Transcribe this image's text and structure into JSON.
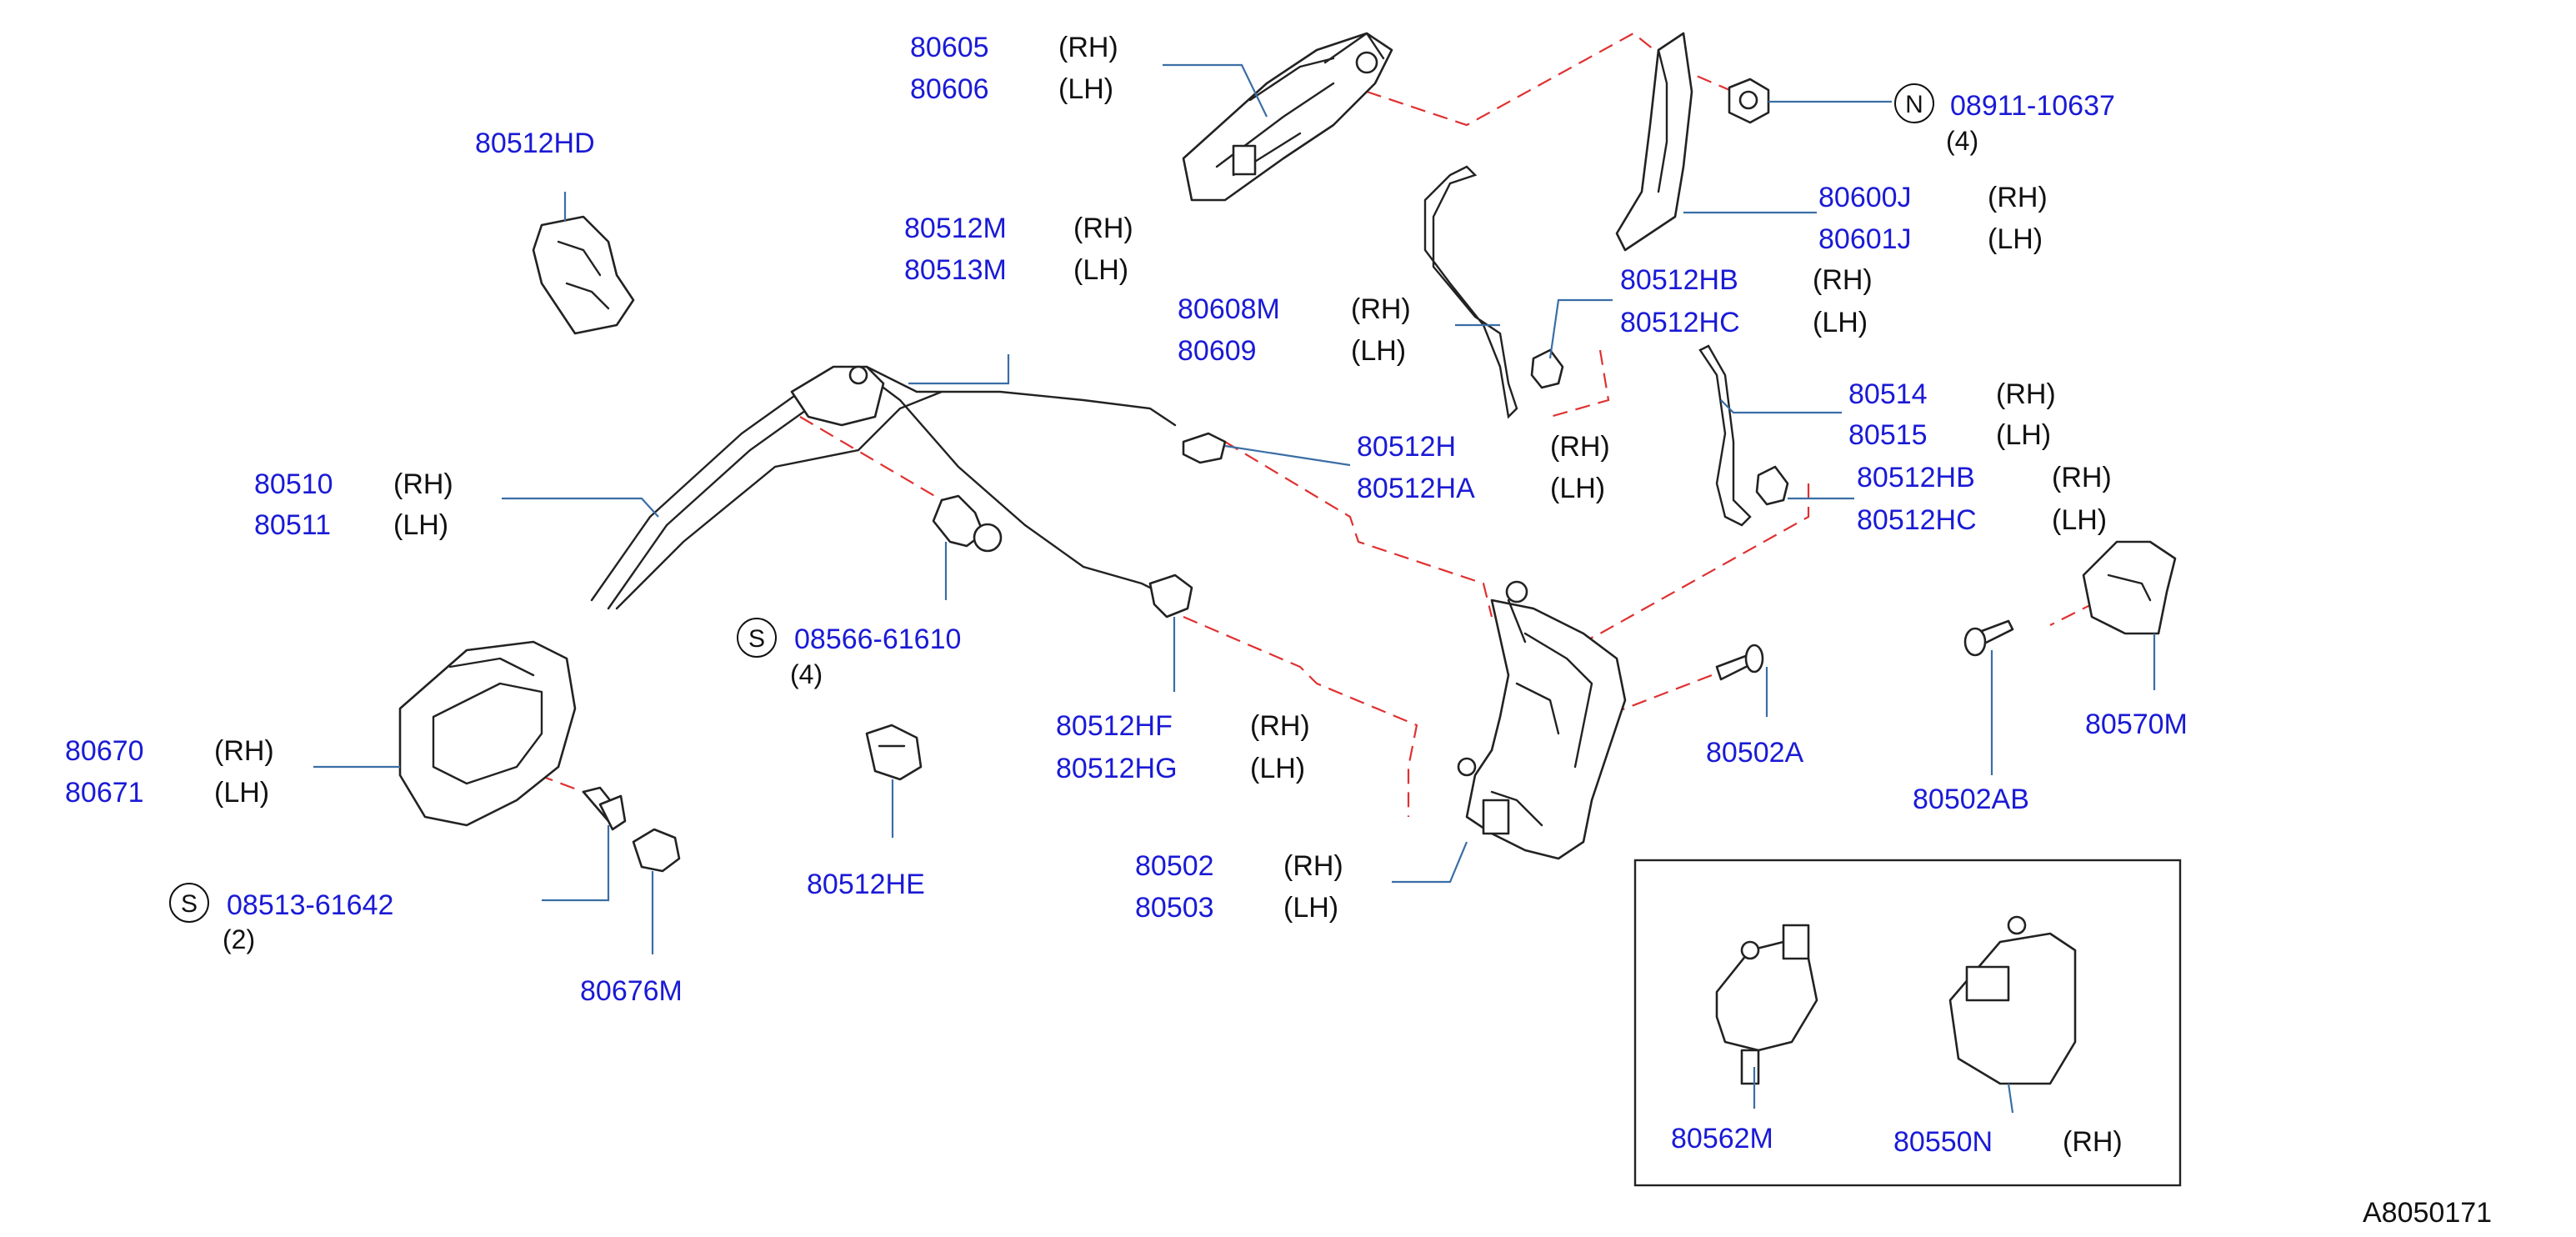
{
  "drawing_code": "A8050171",
  "parts": {
    "p80605": {
      "num": "80605",
      "side": "(RH)"
    },
    "p80606": {
      "num": "80606",
      "side": "(LH)"
    },
    "n08911": {
      "badge": "N",
      "num": "08911-10637",
      "qty": "(4)"
    },
    "p80512HD": {
      "num": "80512HD"
    },
    "p80600J": {
      "num": "80600J",
      "side": "(RH)"
    },
    "p80601J": {
      "num": "80601J",
      "side": "(LH)"
    },
    "p80512M": {
      "num": "80512M",
      "side": "(RH)"
    },
    "p80513M": {
      "num": "80513M",
      "side": "(LH)"
    },
    "p80512HB_a": {
      "num": "80512HB",
      "side": "(RH)"
    },
    "p80512HC_a": {
      "num": "80512HC",
      "side": "(LH)"
    },
    "p80608M": {
      "num": "80608M",
      "side": "(RH)"
    },
    "p80609": {
      "num": "80609",
      "side": "(LH)"
    },
    "p80514": {
      "num": "80514",
      "side": "(RH)"
    },
    "p80515": {
      "num": "80515",
      "side": "(LH)"
    },
    "p80512H": {
      "num": "80512H",
      "side": "(RH)"
    },
    "p80512HA": {
      "num": "80512HA",
      "side": "(LH)"
    },
    "p80512HB_b": {
      "num": "80512HB",
      "side": "(RH)"
    },
    "p80512HC_b": {
      "num": "80512HC",
      "side": "(LH)"
    },
    "p80510": {
      "num": "80510",
      "side": "(RH)"
    },
    "p80511": {
      "num": "80511",
      "side": "(LH)"
    },
    "s08566": {
      "badge": "S",
      "num": "08566-61610",
      "qty": "(4)"
    },
    "p80570M": {
      "num": "80570M"
    },
    "p80670": {
      "num": "80670",
      "side": "(RH)"
    },
    "p80671": {
      "num": "80671",
      "side": "(LH)"
    },
    "p80512HF": {
      "num": "80512HF",
      "side": "(RH)"
    },
    "p80512HG": {
      "num": "80512HG",
      "side": "(LH)"
    },
    "p80502A": {
      "num": "80502A"
    },
    "p80502AB": {
      "num": "80502AB"
    },
    "s08513": {
      "badge": "S",
      "num": "08513-61642",
      "qty": "(2)"
    },
    "p80512HE": {
      "num": "80512HE"
    },
    "p80502": {
      "num": "80502",
      "side": "(RH)"
    },
    "p80503": {
      "num": "80503",
      "side": "(LH)"
    },
    "p80676M": {
      "num": "80676M"
    },
    "p80562M": {
      "num": "80562M"
    },
    "p80550N": {
      "num": "80550N",
      "side": "(RH)"
    }
  }
}
